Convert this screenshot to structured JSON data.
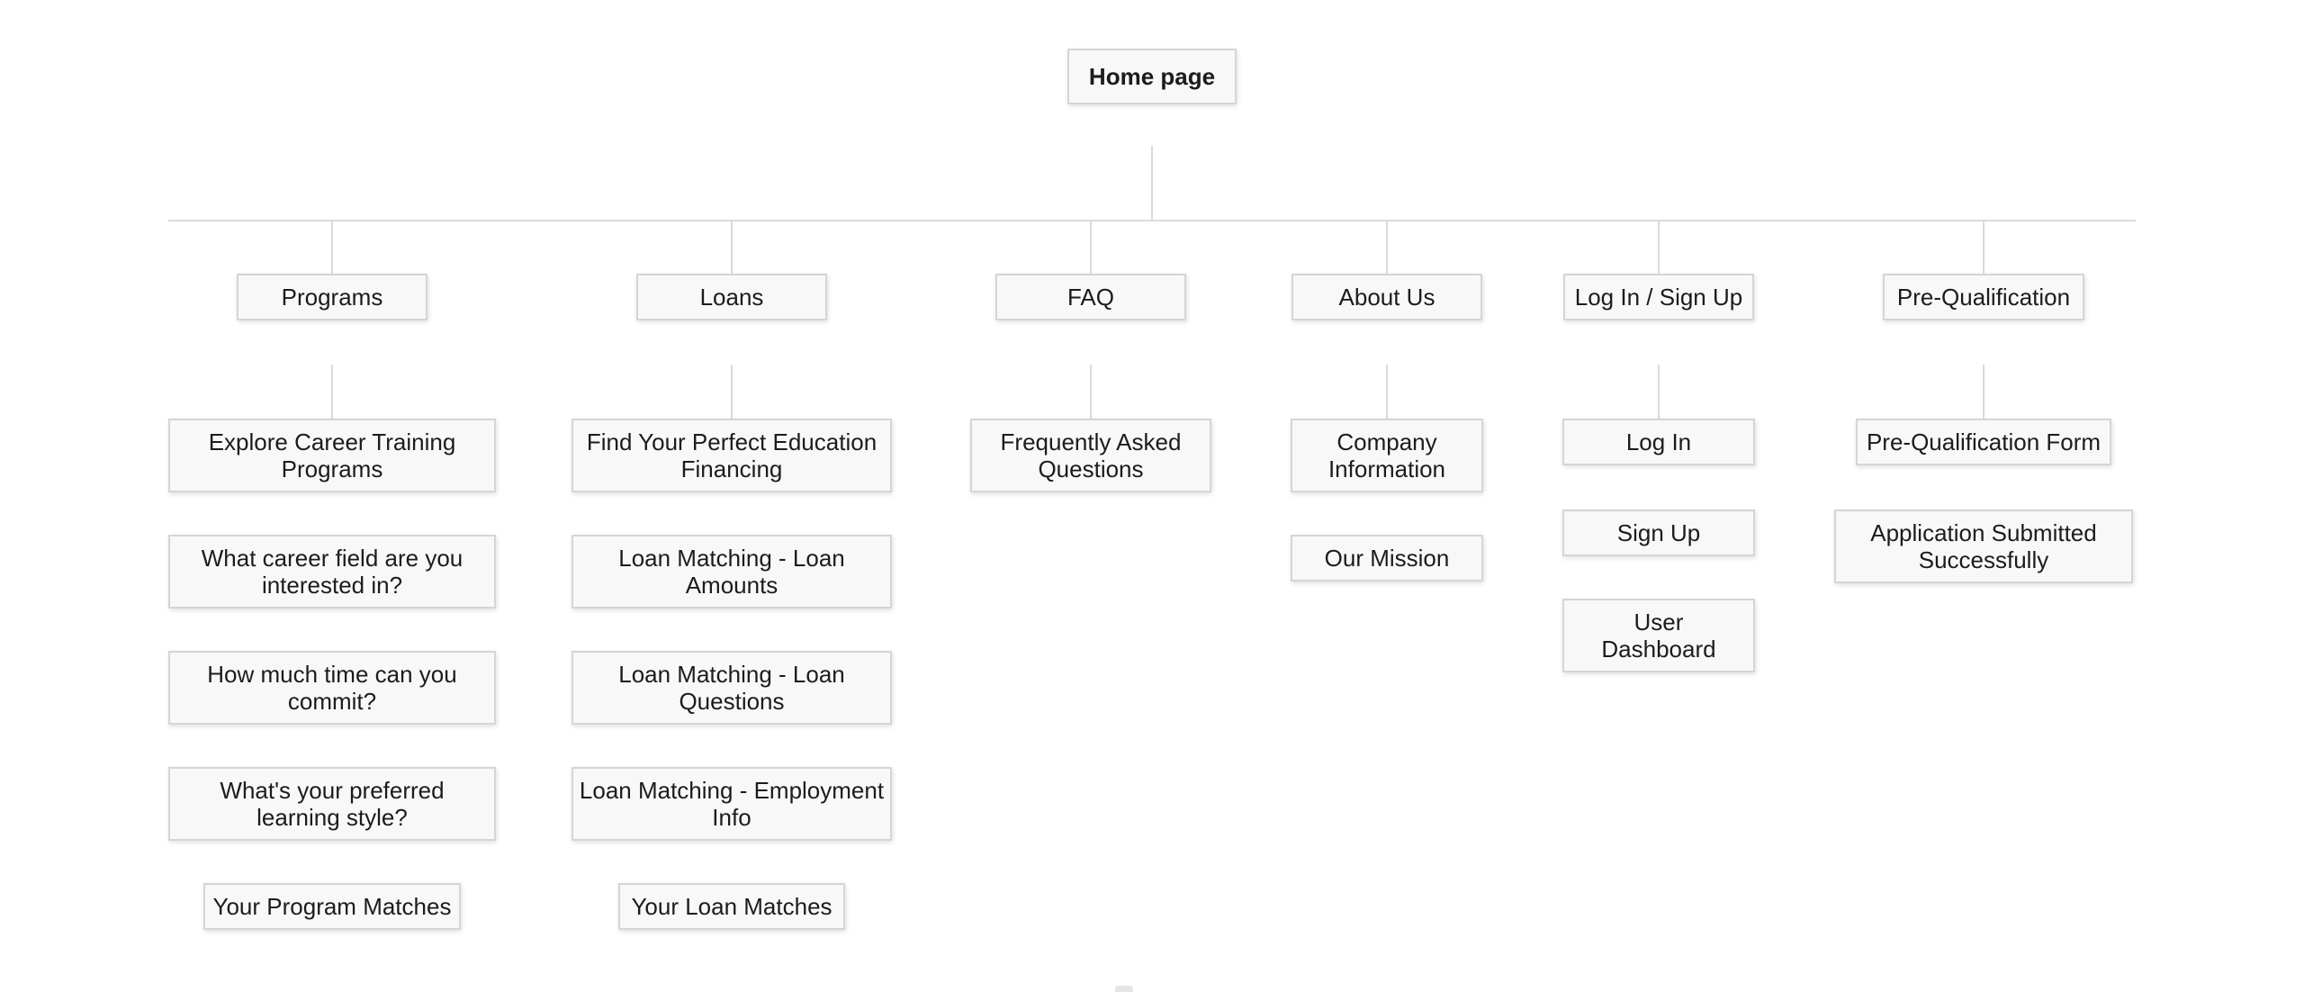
{
  "colors": {
    "canvas_background": "#ffffff",
    "node_fill": "#f8f8f8",
    "node_border": "#d5d5d5",
    "connector": "#dadada",
    "text": "#1c1c1c"
  },
  "sitemap": {
    "root": {
      "label": "Home page"
    },
    "sections": [
      {
        "label": "Programs",
        "children": [
          "Explore Career Training\nPrograms",
          "What career field are you\ninterested in?",
          "How much time can you\ncommit?",
          "What's your preferred\nlearning style?",
          "Your Program Matches"
        ]
      },
      {
        "label": "Loans",
        "children": [
          "Find Your Perfect Education\nFinancing",
          "Loan Matching - Loan\nAmounts",
          "Loan Matching - Loan\nQuestions",
          "Loan Matching - Employment\nInfo",
          "Your Loan Matches"
        ]
      },
      {
        "label": "FAQ",
        "children": [
          "Frequently Asked\nQuestions"
        ]
      },
      {
        "label": "About Us",
        "children": [
          "Company\nInformation",
          "Our Mission"
        ]
      },
      {
        "label": "Log In / Sign Up",
        "children": [
          "Log In",
          "Sign Up",
          "User\nDashboard"
        ]
      },
      {
        "label": "Pre-Qualification",
        "children": [
          "Pre-Qualification Form",
          "Application Submitted\nSuccessfully"
        ]
      }
    ]
  },
  "artifacts": {
    "watermark_fragment": "partial logo cut off at bottom edge"
  }
}
